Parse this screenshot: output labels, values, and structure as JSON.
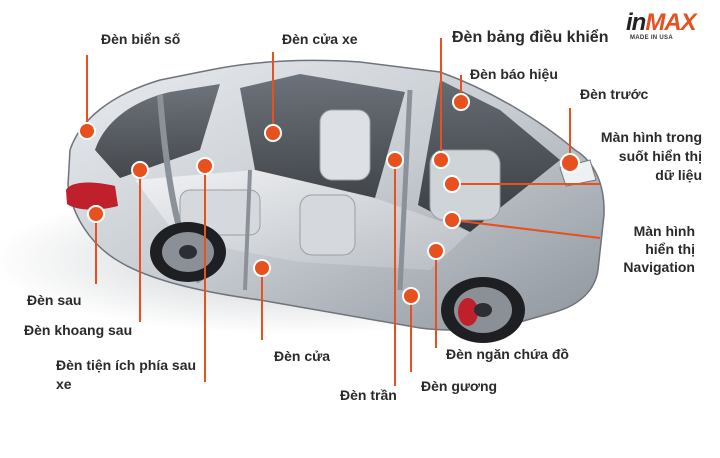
{
  "brand": {
    "logo_text": "inMAX",
    "logo_sub": "MADE IN USA",
    "accent_color": "#e8501e",
    "logo_dark_color": "#222222"
  },
  "labels": {
    "bien_so": "Đèn biển số",
    "cua_xe": "Đèn cửa xe",
    "bang_dieu_khien": "Đèn bảng điều khiển",
    "bao_hieu": "Đèn báo hiệu",
    "truoc": "Đèn trước",
    "man_hinh_trong_1": "Màn hình trong",
    "man_hinh_trong_2": "suốt hiển thị",
    "man_hinh_trong_3": "dữ liệu",
    "man_hinh_nav_1": "Màn hình",
    "man_hinh_nav_2": "hiển thị",
    "man_hinh_nav_3": "Navigation",
    "sau": "Đèn sau",
    "khoang_sau": "Đèn khoang sau",
    "tien_ich_1": "Đèn tiện ích phía sau",
    "tien_ich_2": "xe",
    "cua": "Đèn cửa",
    "tran": "Đèn trần",
    "guong": "Đèn gương",
    "ngan_chua_do": "Đèn ngăn chứa đồ"
  }
}
